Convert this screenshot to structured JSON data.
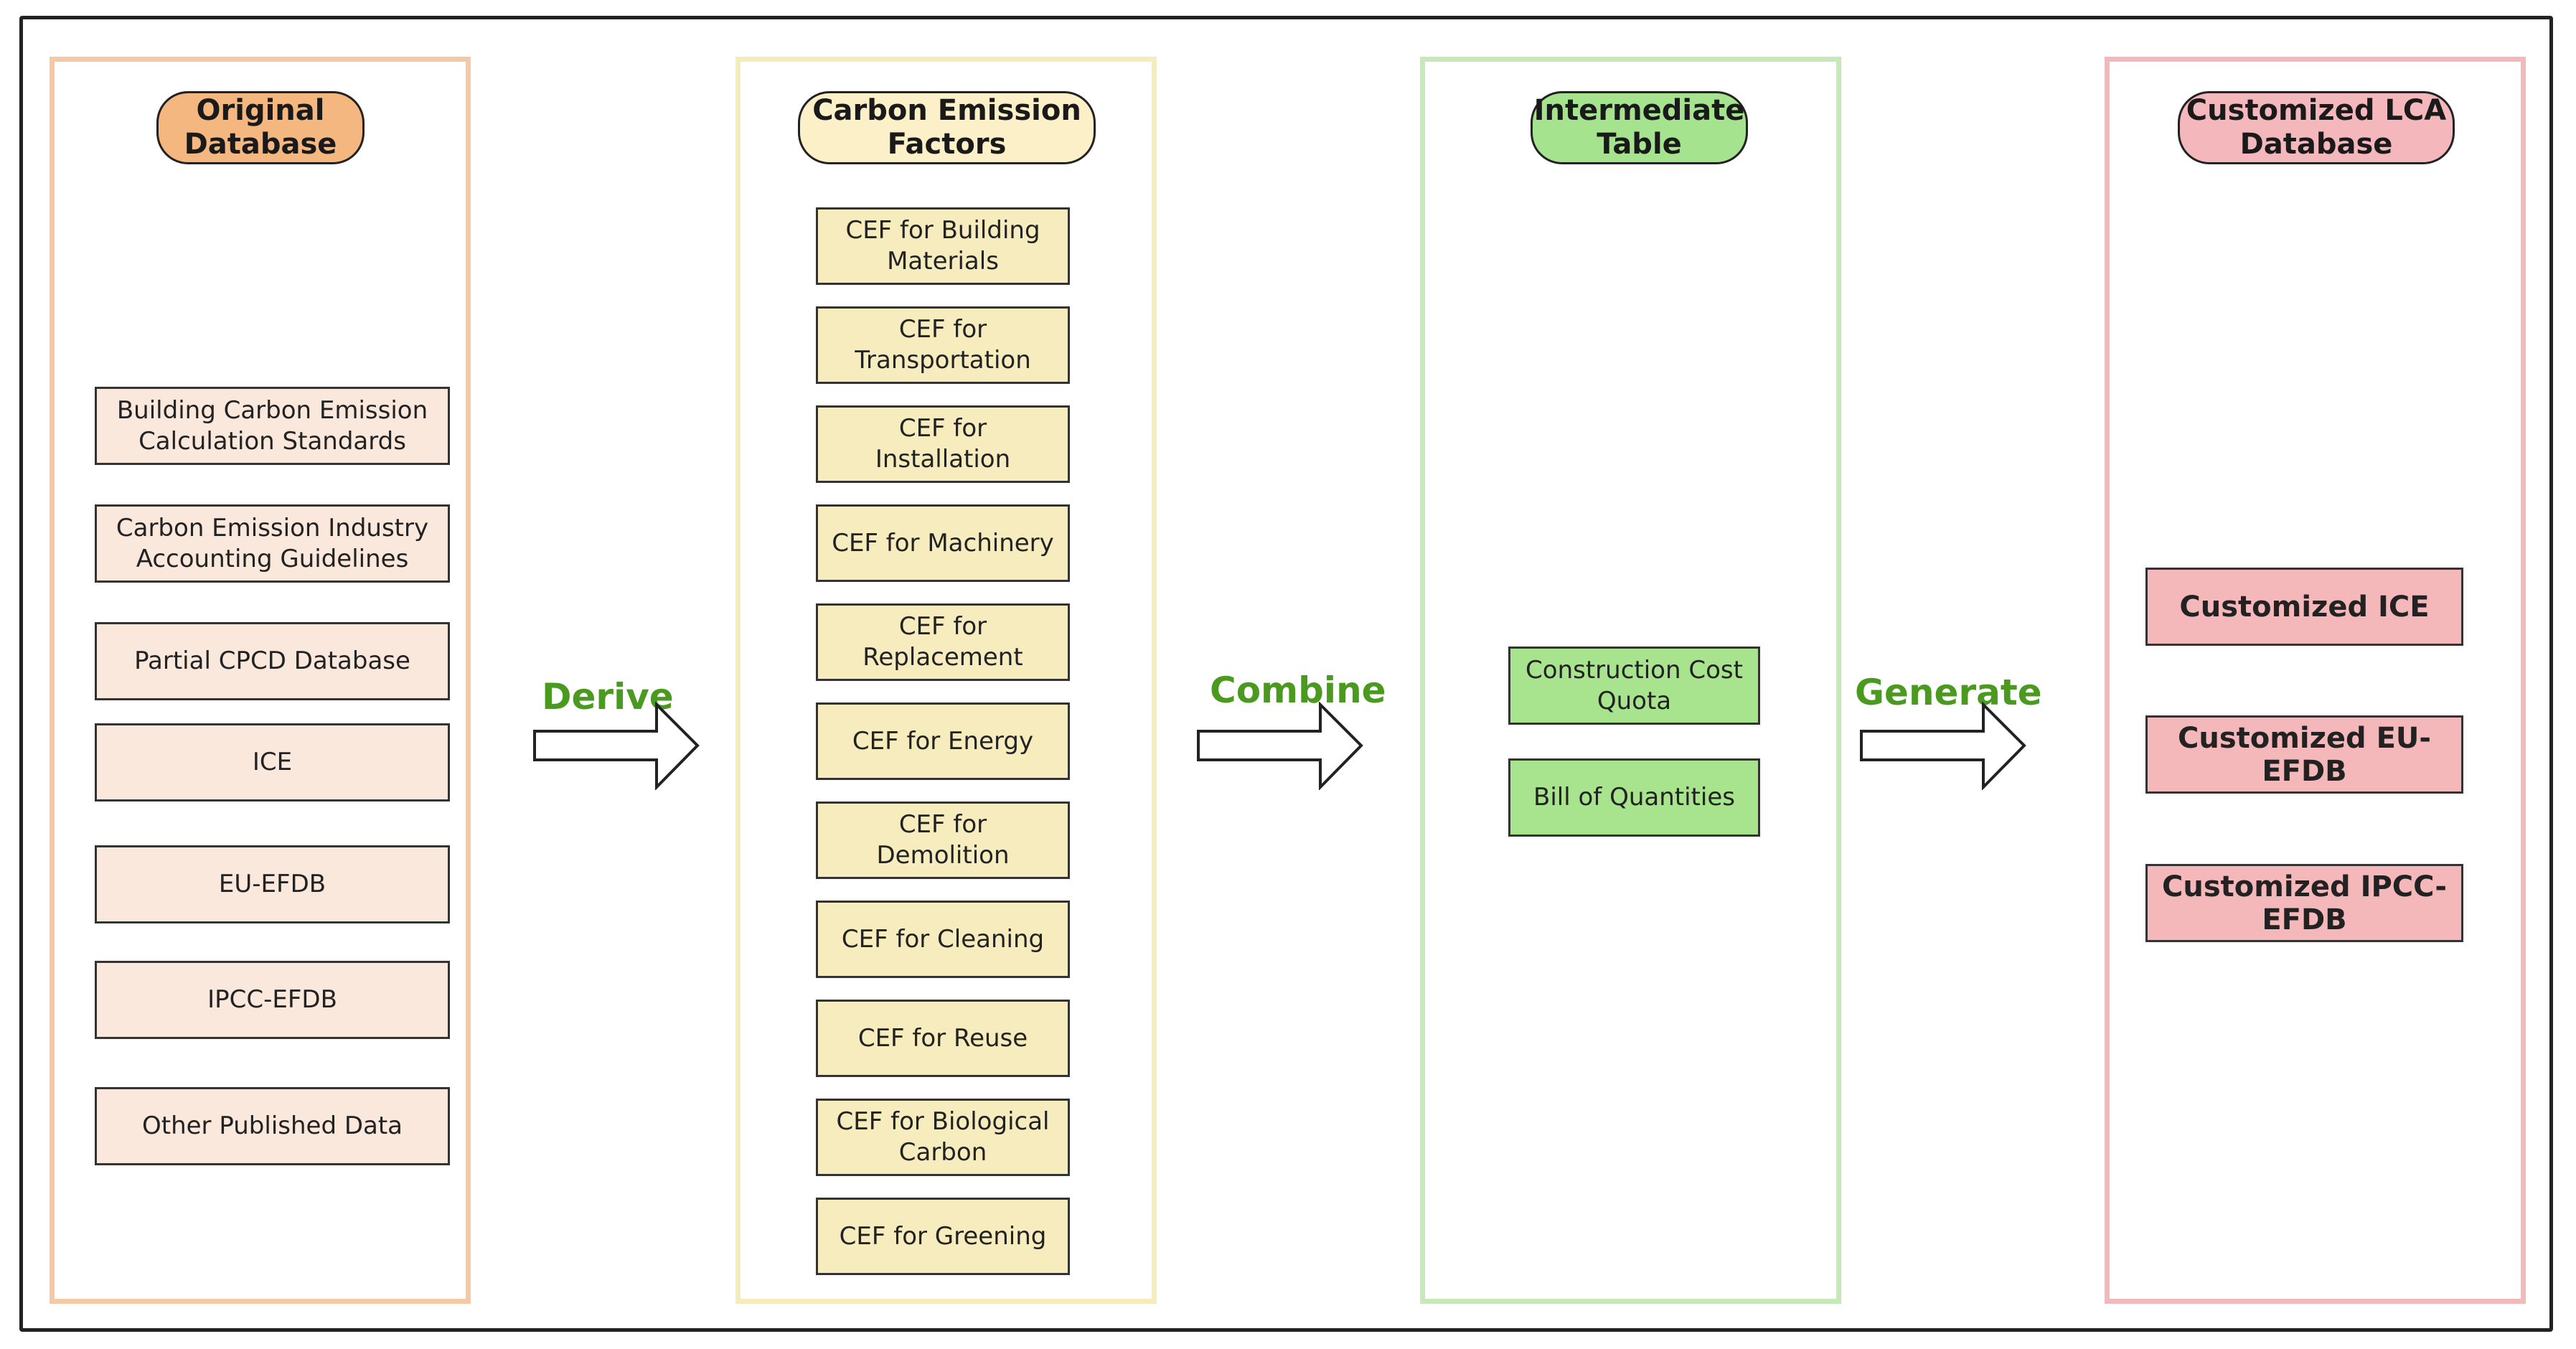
{
  "columns": [
    {
      "id": "original-database",
      "title": "Original\nDatabase",
      "items": [
        "Building Carbon Emission\nCalculation Standards",
        "Carbon Emission Industry\nAccounting Guidelines",
        "Partial CPCD Database",
        "ICE",
        "EU-EFDB",
        "IPCC-EFDB",
        "Other Published Data"
      ]
    },
    {
      "id": "carbon-emission-factors",
      "title": "Carbon Emission\nFactors",
      "items": [
        "CEF for Building\nMaterials",
        "CEF for\nTransportation",
        "CEF for\nInstallation",
        "CEF for Machinery",
        "CEF for\nReplacement",
        "CEF for Energy",
        "CEF for\nDemolition",
        "CEF for Cleaning",
        "CEF for Reuse",
        "CEF for Biological\nCarbon",
        "CEF for Greening"
      ]
    },
    {
      "id": "intermediate-table",
      "title": "Intermediate\nTable",
      "items": [
        "Construction Cost\nQuota",
        "Bill of Quantities"
      ]
    },
    {
      "id": "customized-lca-database",
      "title": "Customized LCA\nDatabase",
      "items": [
        "Customized ICE",
        "Customized EU-EFDB",
        "Customized IPCC-EFDB"
      ]
    }
  ],
  "arrows": [
    {
      "label": "Derive"
    },
    {
      "label": "Combine"
    },
    {
      "label": "Generate"
    }
  ]
}
